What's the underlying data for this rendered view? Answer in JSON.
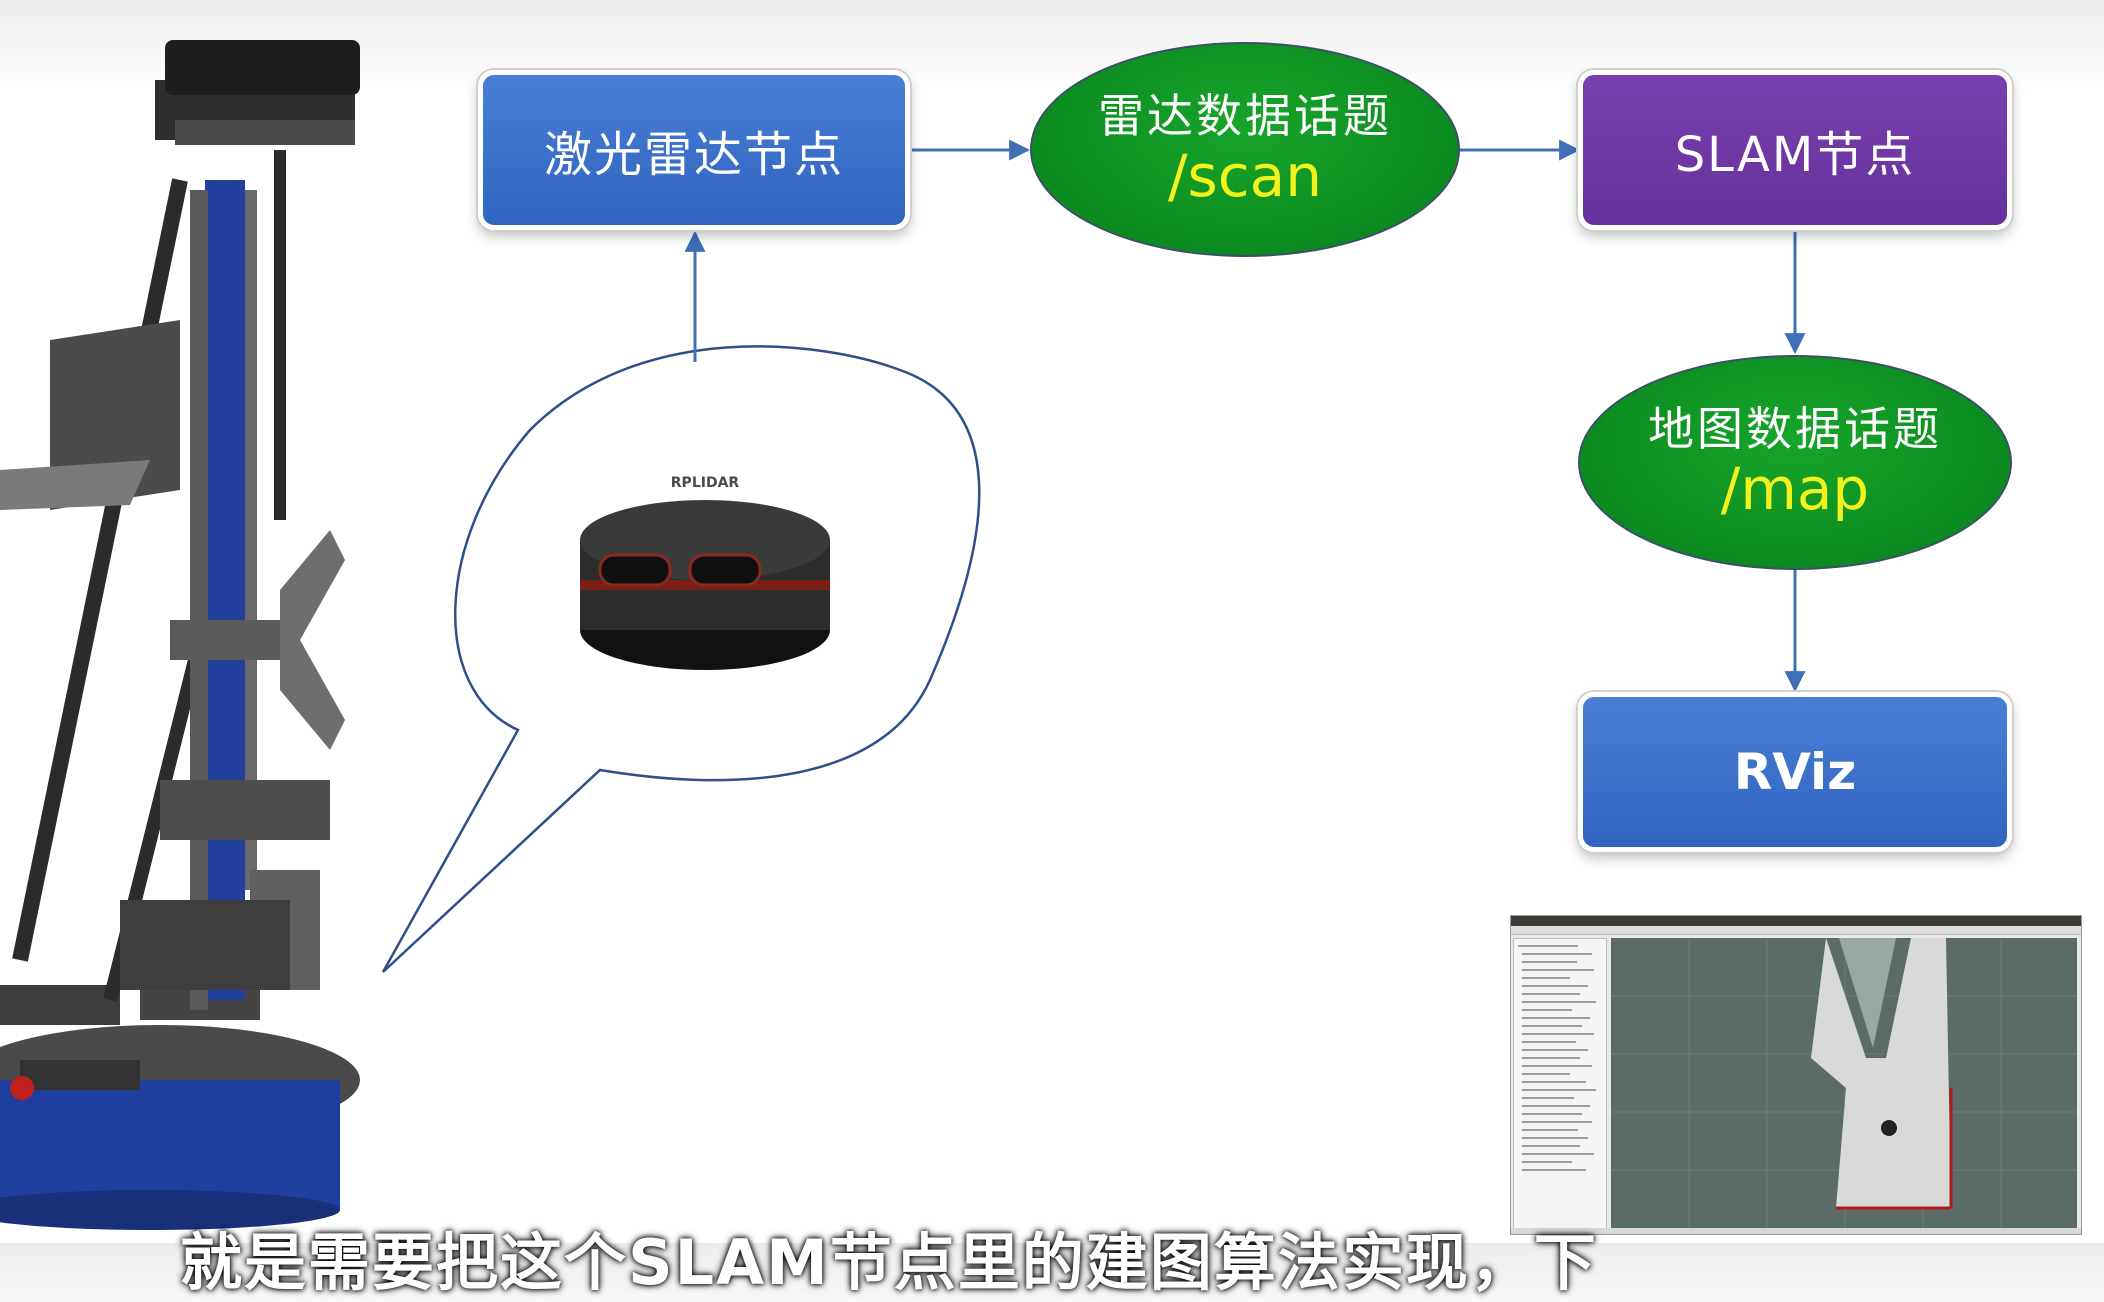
{
  "nodes": {
    "lidar_node": "激光雷达节点",
    "scan_topic": {
      "name": "雷达数据话题",
      "topic": "/scan"
    },
    "slam_node": "SLAM节点",
    "map_topic": {
      "name": "地图数据话题",
      "topic": "/map"
    },
    "rviz_node": "RViz"
  },
  "lidar_device": {
    "brand": "RPLIDAR"
  },
  "subtitle": "就是需要把这个SLAM节点里的建图算法实现，下",
  "colors": {
    "node_blue": "#3a6fcc",
    "node_purple": "#6f37a6",
    "topic_green": "#0f9a24",
    "topic_text": "#f2f21e",
    "arrow": "#3f6fb6",
    "robot_column": "#1f3f9f"
  }
}
